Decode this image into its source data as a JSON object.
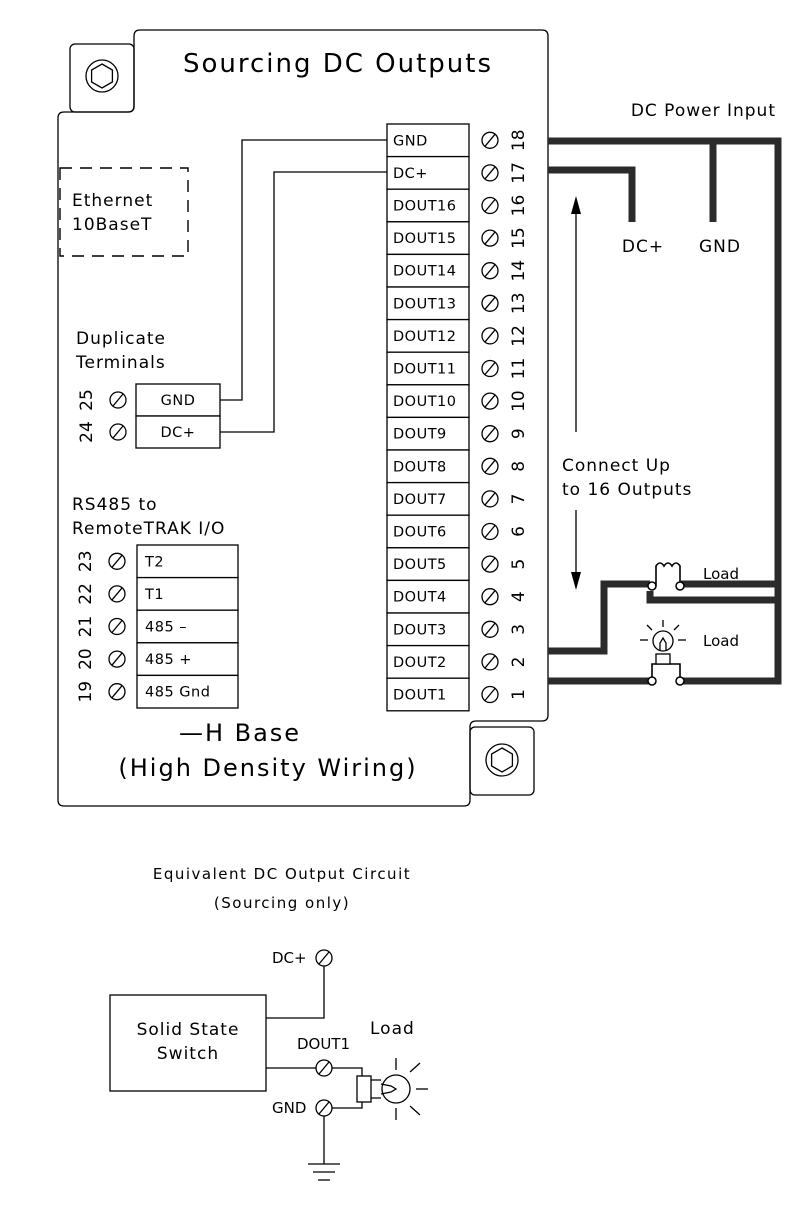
{
  "title": "Sourcing DC Outputs",
  "power_input": {
    "title": "DC Power Input",
    "dc_plus": "DC+",
    "gnd": "GND"
  },
  "ethernet": {
    "line1": "Ethernet",
    "line2": "10BaseT"
  },
  "duplicate": {
    "line1": "Duplicate",
    "line2": "Terminals",
    "rows": [
      {
        "num": "25",
        "label": "GND"
      },
      {
        "num": "24",
        "label": "DC+"
      }
    ]
  },
  "rs485": {
    "line1": "RS485  to",
    "line2": "RemoteTRAK  I/O",
    "rows": [
      {
        "num": "23",
        "label": "T2"
      },
      {
        "num": "22",
        "label": "T1"
      },
      {
        "num": "21",
        "label": "485  –"
      },
      {
        "num": "20",
        "label": "485  +"
      },
      {
        "num": "19",
        "label": "485  Gnd"
      }
    ]
  },
  "main_terminals": [
    {
      "num": "18",
      "label": "GND"
    },
    {
      "num": "17",
      "label": "DC+"
    },
    {
      "num": "16",
      "label": "DOUT16"
    },
    {
      "num": "15",
      "label": "DOUT15"
    },
    {
      "num": "14",
      "label": "DOUT14"
    },
    {
      "num": "13",
      "label": "DOUT13"
    },
    {
      "num": "12",
      "label": "DOUT12"
    },
    {
      "num": "11",
      "label": "DOUT11"
    },
    {
      "num": "10",
      "label": "DOUT10"
    },
    {
      "num": "9",
      "label": "DOUT9"
    },
    {
      "num": "8",
      "label": "DOUT8"
    },
    {
      "num": "7",
      "label": "DOUT7"
    },
    {
      "num": "6",
      "label": "DOUT6"
    },
    {
      "num": "5",
      "label": "DOUT5"
    },
    {
      "num": "4",
      "label": "DOUT4"
    },
    {
      "num": "3",
      "label": "DOUT3"
    },
    {
      "num": "2",
      "label": "DOUT2"
    },
    {
      "num": "1",
      "label": "DOUT1"
    }
  ],
  "connect_note": {
    "line1": "Connect  Up",
    "line2": "to  16  Outputs"
  },
  "loads": {
    "coil_label": "Load",
    "lamp_label": "Load"
  },
  "base": {
    "line1": "—H  Base",
    "line2": "(High  Density  Wiring)"
  },
  "equivalent": {
    "title_line1": "Equivalent  DC  Output  Circuit",
    "title_line2": "(Sourcing  only)",
    "switch_line1": "Solid  State",
    "switch_line2": "Switch",
    "dc_plus": "DC+",
    "dout": "DOUT1",
    "gnd": "GND",
    "load": "Load"
  }
}
